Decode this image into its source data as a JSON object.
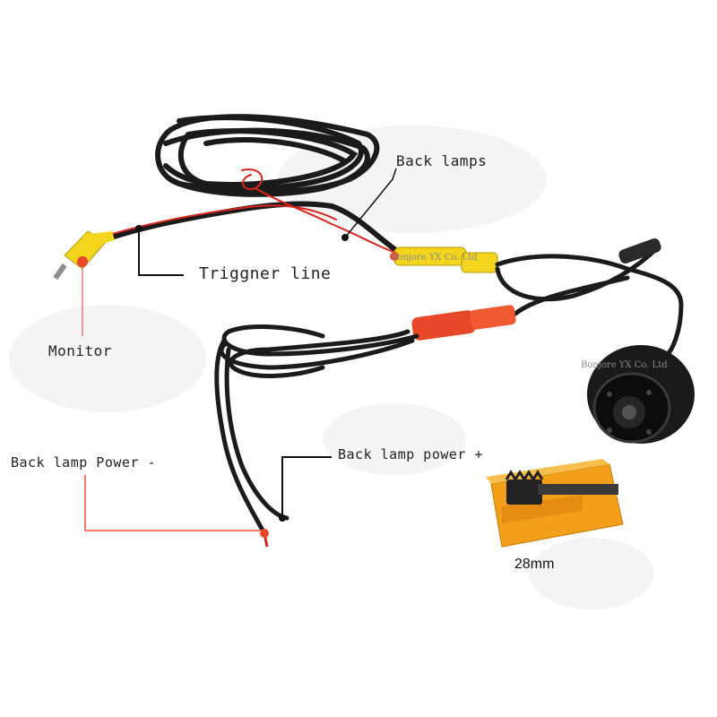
{
  "labels": {
    "back_lamps": "Back lamps",
    "trigger_line": "Triggner line",
    "monitor": "Monitor",
    "back_lamp_power_minus": "Back lamp Power -",
    "back_lamp_power_plus": "Back lamp power +",
    "hole_saw_size": "28mm"
  },
  "watermarks": {
    "primary": "Bonjore YX Co. Ltd",
    "secondary": "Bonjore YX Co. Ltd"
  },
  "colors": {
    "cable": "#1b1b1b",
    "red_wire": "#d8251f",
    "rca_yellow": "#f2d51c",
    "rca_red": "#e8482a",
    "pointer_red": "#f07b6b",
    "pointer_black": "#111111",
    "box_orange": "#f2a01c"
  },
  "icons": [
    "camera-icon",
    "rca-yellow-connector-icon",
    "rca-red-connector-icon",
    "hole-saw-icon"
  ]
}
